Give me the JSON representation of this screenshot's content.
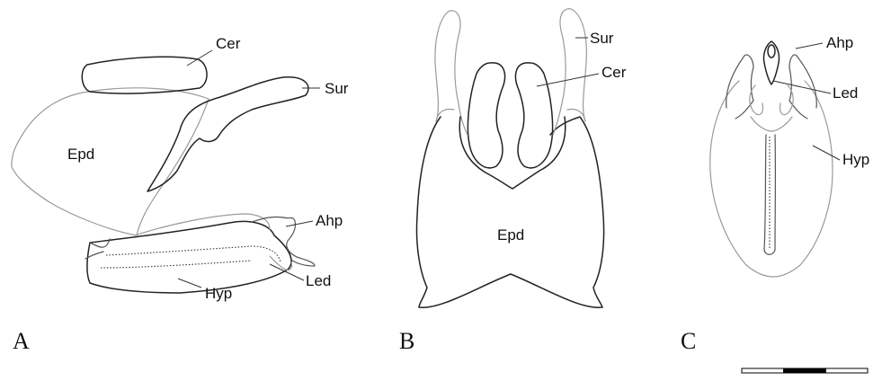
{
  "panels": {
    "a": {
      "letter": "A",
      "labels": {
        "cer": "Cer",
        "sur": "Sur",
        "epd": "Epd",
        "ahp": "Ahp",
        "led": "Led",
        "hyp": "Hyp"
      }
    },
    "b": {
      "letter": "B",
      "labels": {
        "sur": "Sur",
        "cer": "Cer",
        "epd": "Epd"
      }
    },
    "c": {
      "letter": "C",
      "labels": {
        "ahp": "Ahp",
        "led": "Led",
        "hyp": "Hyp"
      }
    }
  },
  "scale_bar": {
    "segments": 3,
    "colors": [
      "#ffffff",
      "#000000",
      "#ffffff"
    ]
  }
}
